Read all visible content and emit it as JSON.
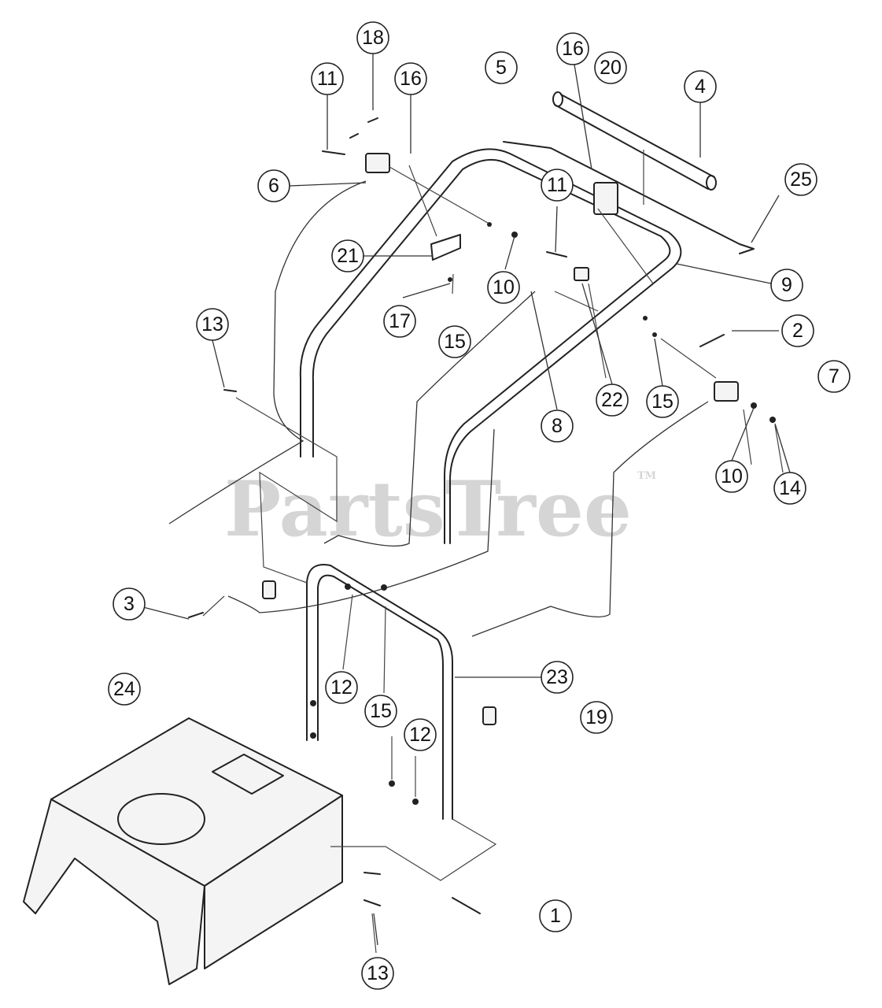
{
  "watermark": {
    "text": "PartsTree",
    "tm": "TM"
  },
  "callouts": [
    {
      "label": "18"
    },
    {
      "label": "11"
    },
    {
      "label": "16"
    },
    {
      "label": "5"
    },
    {
      "label": "16"
    },
    {
      "label": "20"
    },
    {
      "label": "4"
    },
    {
      "label": "6"
    },
    {
      "label": "25"
    },
    {
      "label": "21"
    },
    {
      "label": "10"
    },
    {
      "label": "11"
    },
    {
      "label": "9"
    },
    {
      "label": "17"
    },
    {
      "label": "13"
    },
    {
      "label": "15"
    },
    {
      "label": "2"
    },
    {
      "label": "7"
    },
    {
      "label": "22"
    },
    {
      "label": "15"
    },
    {
      "label": "8"
    },
    {
      "label": "10"
    },
    {
      "label": "14"
    },
    {
      "label": "3"
    },
    {
      "label": "12"
    },
    {
      "label": "23"
    },
    {
      "label": "24"
    },
    {
      "label": "15"
    },
    {
      "label": "19"
    },
    {
      "label": "12"
    },
    {
      "label": "1"
    },
    {
      "label": "13"
    }
  ]
}
